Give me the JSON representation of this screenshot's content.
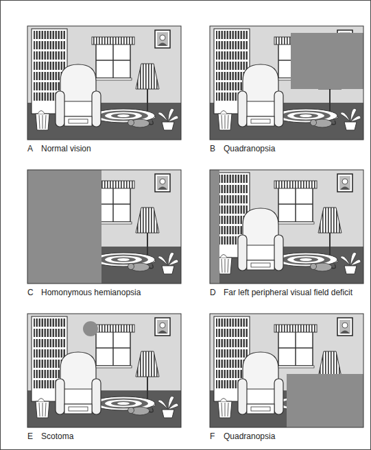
{
  "diagram": {
    "labels": [
      "A",
      "Normal vision",
      "B",
      "Quadranopsia",
      "C",
      "Homonymous hemianopsia",
      "D",
      "Far left peripheral visual field deficit",
      "E",
      "Scotoma",
      "F",
      "Quadranopsia"
    ]
  }
}
